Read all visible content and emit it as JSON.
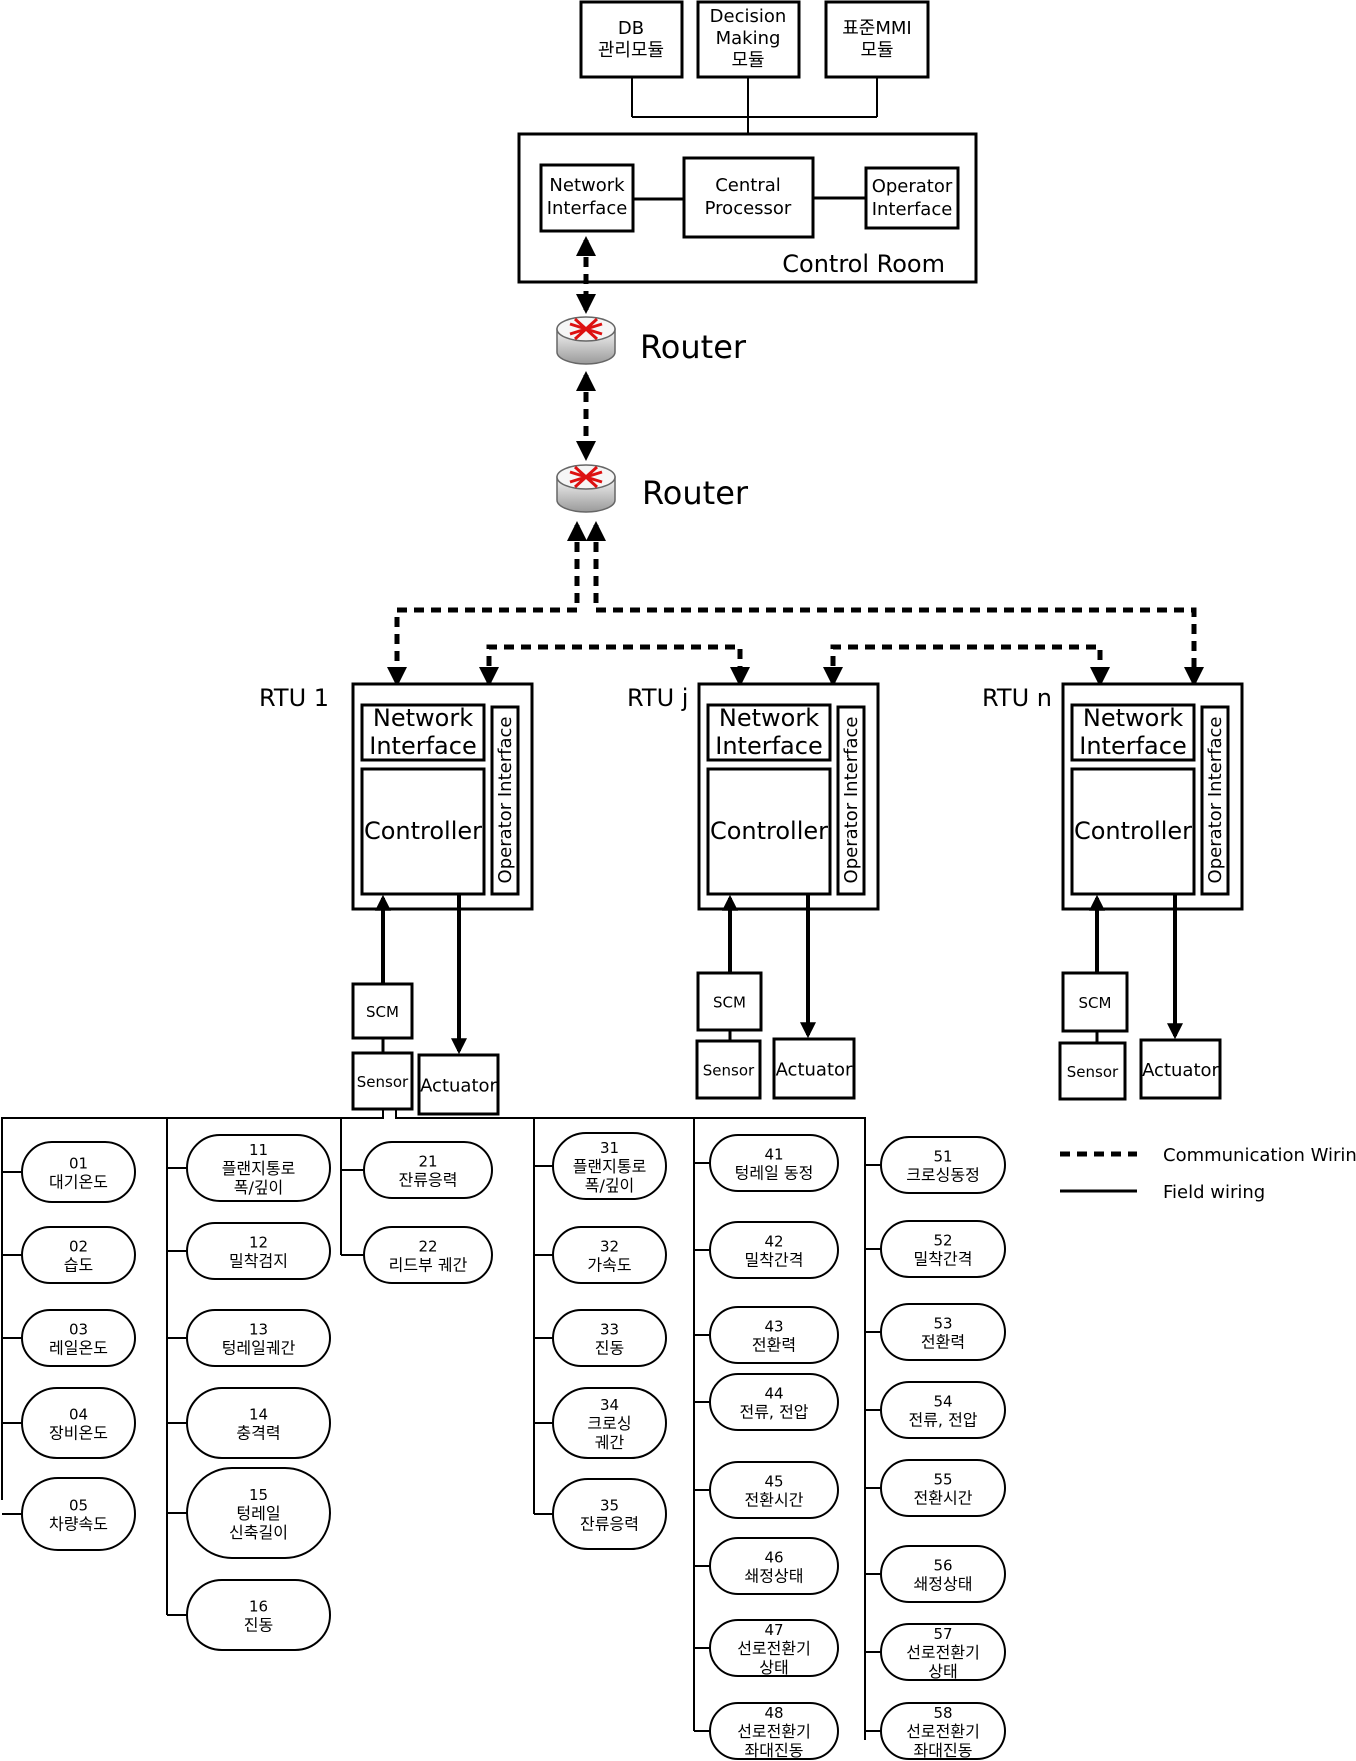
{
  "top_modules": [
    {
      "lines": [
        "DB",
        "관리모듈"
      ]
    },
    {
      "lines": [
        "Decision",
        "Making",
        "모듈"
      ]
    },
    {
      "lines": [
        "표준MMI",
        "모듈"
      ]
    }
  ],
  "control_room": {
    "label": "Control Room",
    "network_interface": [
      "Network",
      "Interface"
    ],
    "central_processor": [
      "Central",
      "Processor"
    ],
    "operator_interface": [
      "Operator",
      "Interface"
    ]
  },
  "routers": [
    {
      "label": "Router"
    },
    {
      "label": "Router"
    }
  ],
  "rtus": [
    {
      "label": "RTU 1",
      "network_interface": [
        "Network",
        "Interface"
      ],
      "controller": "Controller",
      "operator_interface": "Operator Interface",
      "scm": "SCM",
      "sensor": "Sensor",
      "actuator": "Actuator"
    },
    {
      "label": "RTU j",
      "network_interface": [
        "Network",
        "Interface"
      ],
      "controller": "Controller",
      "operator_interface": "Operator Interface",
      "scm": "SCM",
      "sensor": "Sensor",
      "actuator": "Actuator"
    },
    {
      "label": "RTU n",
      "network_interface": [
        "Network",
        "Interface"
      ],
      "controller": "Controller",
      "operator_interface": "Operator Interface",
      "scm": "SCM",
      "sensor": "Sensor",
      "actuator": "Actuator"
    }
  ],
  "legend": {
    "communication": "Communication Wiring",
    "field": "Field wiring"
  },
  "sensor_groups": [
    {
      "items": [
        {
          "code": "01",
          "lines": [
            "대기온도"
          ]
        },
        {
          "code": "02",
          "lines": [
            "습도"
          ]
        },
        {
          "code": "03",
          "lines": [
            "레일온도"
          ]
        },
        {
          "code": "04",
          "lines": [
            "장비온도"
          ]
        },
        {
          "code": "05",
          "lines": [
            "차량속도"
          ]
        }
      ]
    },
    {
      "items": [
        {
          "code": "11",
          "lines": [
            "플랜지통로",
            "폭/깊이"
          ]
        },
        {
          "code": "12",
          "lines": [
            "밀착검지"
          ]
        },
        {
          "code": "13",
          "lines": [
            "텅레일궤간"
          ]
        },
        {
          "code": "14",
          "lines": [
            "충격력"
          ]
        },
        {
          "code": "15",
          "lines": [
            "텅레일",
            "신축길이"
          ]
        },
        {
          "code": "16",
          "lines": [
            "진동"
          ]
        }
      ]
    },
    {
      "items": [
        {
          "code": "21",
          "lines": [
            "잔류응력"
          ]
        },
        {
          "code": "22",
          "lines": [
            "리드부 궤간"
          ]
        }
      ]
    },
    {
      "items": [
        {
          "code": "31",
          "lines": [
            "플랜지통로",
            "폭/깊이"
          ]
        },
        {
          "code": "32",
          "lines": [
            "가속도"
          ]
        },
        {
          "code": "33",
          "lines": [
            "진동"
          ]
        },
        {
          "code": "34",
          "lines": [
            "크로싱",
            "궤간"
          ]
        },
        {
          "code": "35",
          "lines": [
            "잔류응력"
          ]
        }
      ]
    },
    {
      "items": [
        {
          "code": "41",
          "lines": [
            "텅레일 동정"
          ]
        },
        {
          "code": "42",
          "lines": [
            "밀착간격"
          ]
        },
        {
          "code": "43",
          "lines": [
            "전환력"
          ]
        },
        {
          "code": "44",
          "lines": [
            "전류, 전압"
          ]
        },
        {
          "code": "45",
          "lines": [
            "전환시간"
          ]
        },
        {
          "code": "46",
          "lines": [
            "쇄정상태"
          ]
        },
        {
          "code": "47",
          "lines": [
            "선로전환기",
            "상태"
          ]
        },
        {
          "code": "48",
          "lines": [
            "선로전환기",
            "좌대진동"
          ]
        }
      ]
    },
    {
      "items": [
        {
          "code": "51",
          "lines": [
            "크로싱동정"
          ]
        },
        {
          "code": "52",
          "lines": [
            "밀착간격"
          ]
        },
        {
          "code": "53",
          "lines": [
            "전환력"
          ]
        },
        {
          "code": "54",
          "lines": [
            "전류, 전압"
          ]
        },
        {
          "code": "55",
          "lines": [
            "전환시간"
          ]
        },
        {
          "code": "56",
          "lines": [
            "쇄정상태"
          ]
        },
        {
          "code": "57",
          "lines": [
            "선로전환기",
            "상태"
          ]
        },
        {
          "code": "58",
          "lines": [
            "선로전환기",
            "좌대진동"
          ]
        }
      ]
    }
  ]
}
